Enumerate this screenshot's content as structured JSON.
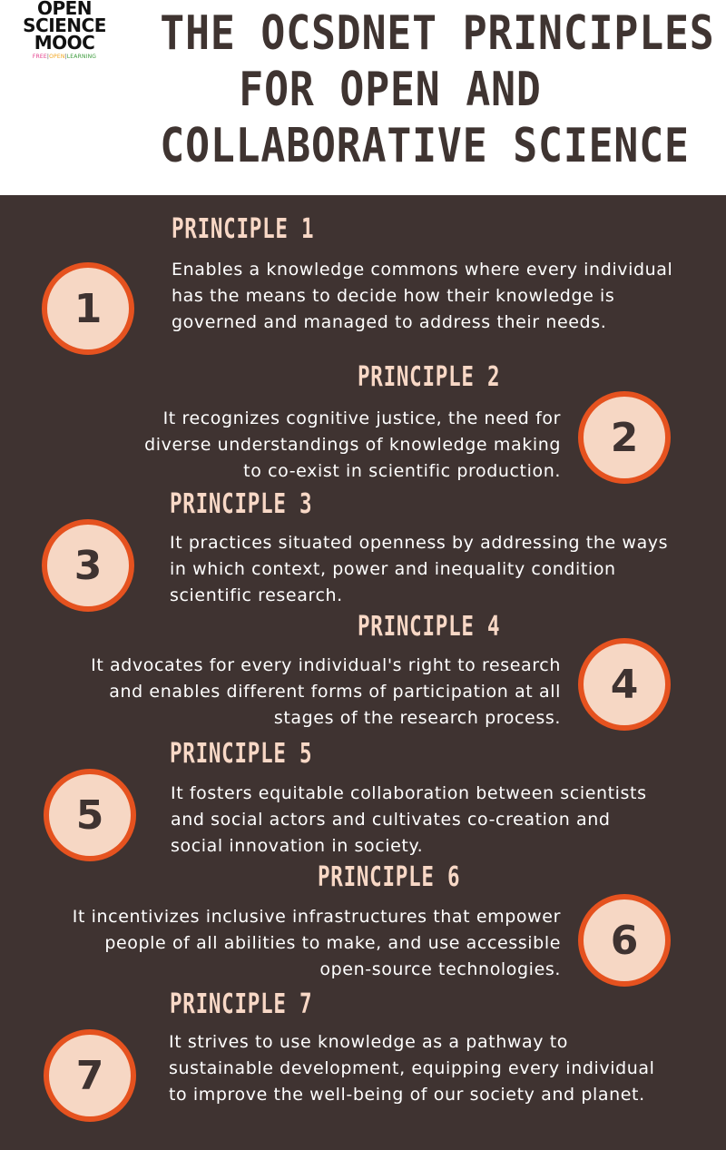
{
  "logo": {
    "line1": "OPEN",
    "line2": "SCIENCE",
    "line3": "MOOC",
    "tag_free": "FREE",
    "tag_open": "OPEN",
    "tag_learning": "LEARNING",
    "separator": "|"
  },
  "title": {
    "line1": "THE OCSDNET PRINCIPLES",
    "line2": "FOR OPEN AND",
    "line3": "COLLABORATIVE SCIENCE"
  },
  "colors": {
    "background_dark": "#3f3331",
    "accent_orange": "#e5521f",
    "circle_fill": "#f6d7c4",
    "heading_pink": "#f8d8c6"
  },
  "principles": [
    {
      "heading": "PRINCIPLE 1",
      "number": "1",
      "text": "Enables a knowledge commons where every individual has the means to decide how their knowledge is governed and managed to address their needs."
    },
    {
      "heading": "PRINCIPLE 2",
      "number": "2",
      "text": "It recognizes cognitive justice, the need for diverse understandings of knowledge making to co-exist in scientific production."
    },
    {
      "heading": "PRINCIPLE 3",
      "number": "3",
      "text": "It practices situated openness by addressing the ways in which context, power and inequality condition scientific research."
    },
    {
      "heading": "PRINCIPLE 4",
      "number": "4",
      "text": "It advocates for every individual's right to research and enables different forms of participation at all stages of the research process."
    },
    {
      "heading": "PRINCIPLE 5",
      "number": "5",
      "text": "It fosters equitable collaboration between scientists and social actors and cultivates co-creation and social innovation in society."
    },
    {
      "heading": "PRINCIPLE 6",
      "number": "6",
      "text": "It incentivizes inclusive infrastructures that empower people of all abilities to make, and use accessible open-source technologies."
    },
    {
      "heading": "PRINCIPLE 7",
      "number": "7",
      "text": "It strives to use knowledge as a pathway to sustainable development, equipping every individual to improve the well-being of our society and planet."
    }
  ]
}
